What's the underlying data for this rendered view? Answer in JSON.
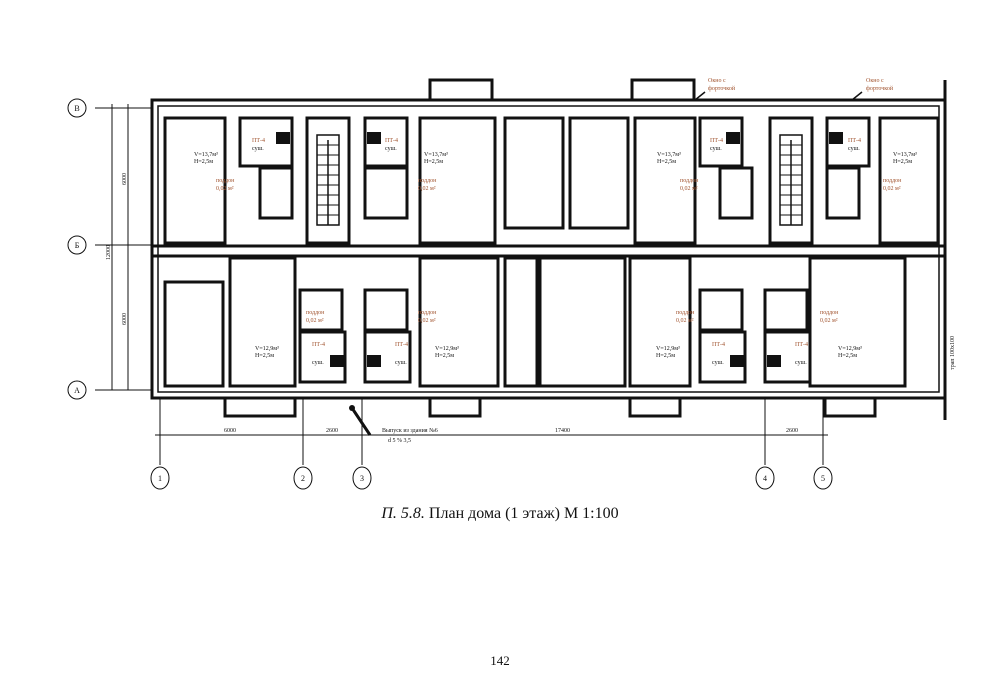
{
  "figure": {
    "caption_number": "П. 5.8.",
    "caption_text": "План дома (1 этаж) М 1:100",
    "axes_rows": [
      "В",
      "Б",
      "А"
    ],
    "axes_cols": [
      "1",
      "2",
      "3",
      "4",
      "5"
    ],
    "dims_bottom": [
      "6000",
      "2600",
      "17400",
      "2600"
    ],
    "dims_left": [
      "6000",
      "12000",
      "6000"
    ],
    "labels": {
      "volume_top": "V=13,7м³",
      "height_top": "H=2,5м",
      "volume_bottom": "V=12,9м³",
      "height_bottom": "H=2,5м",
      "heater": "ПТ-4",
      "heater_sub": "суш.",
      "tray": "поддон",
      "tray_area": "0,02 м²",
      "window1": "Окно с",
      "window2": "форточкой",
      "outlet1": "Выпуск из здания №6",
      "outlet2": "d 5 % 3,5",
      "right_note": "трап 100х100"
    }
  },
  "page": {
    "number": "142"
  }
}
